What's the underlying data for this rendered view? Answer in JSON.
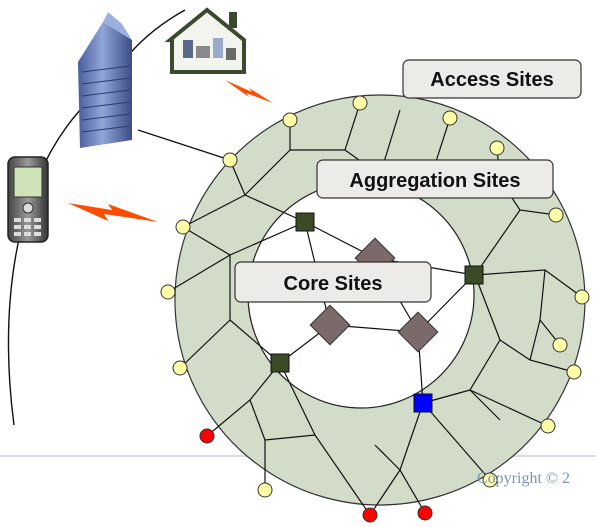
{
  "labels": {
    "access": "Access Sites",
    "aggregation": "Aggregation Sites",
    "core": "Core Sites"
  },
  "copyright": "Copyright © 2",
  "icons": [
    "house-icon",
    "office-building-icon",
    "mobile-phone-icon",
    "wireless-link-icon"
  ],
  "colors": {
    "ring_fill": "#d2dcc8",
    "access_node": "#ffffa8",
    "access_node_red": "#ff0000",
    "aggregation_node": "#3c4a26",
    "aggregation_node_blue": "#0000ff",
    "core_node": "#7a6a6a",
    "lightning": "#ff4d00",
    "label_box": "#ecebe8"
  }
}
